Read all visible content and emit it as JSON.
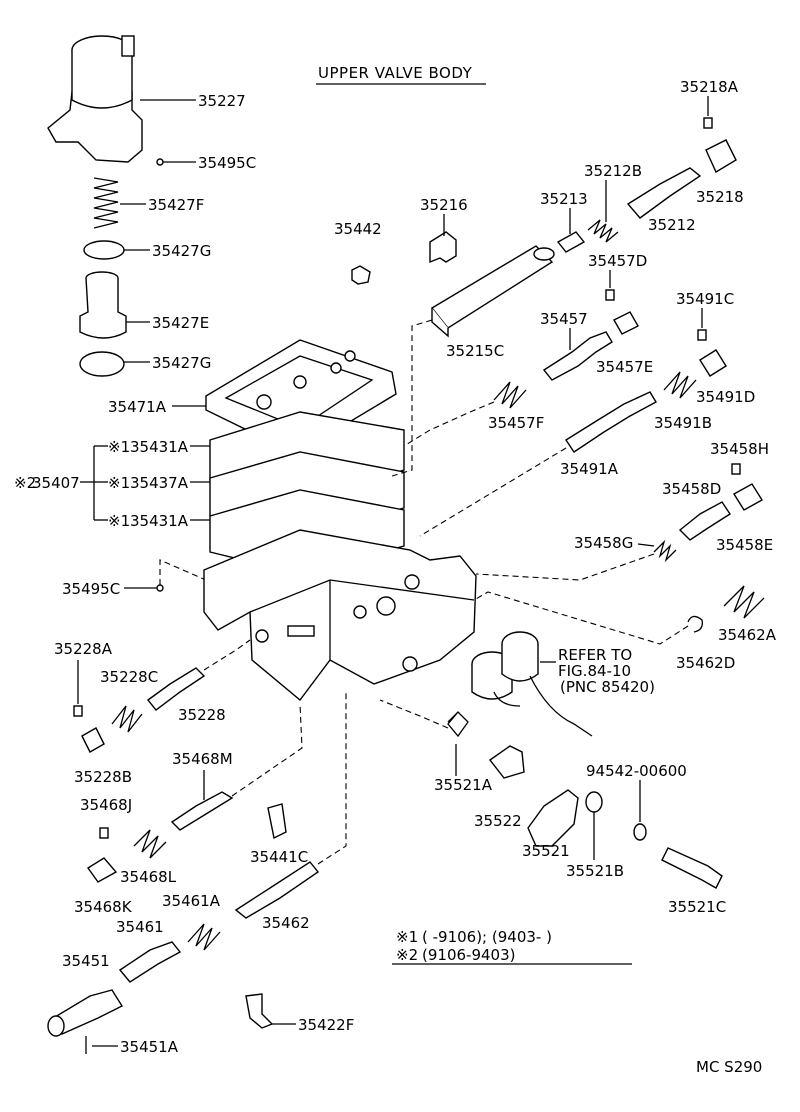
{
  "title": "UPPER VALVE BODY",
  "labels": {
    "p35227": "35227",
    "p35495c_top": "35495C",
    "p35427f": "35427F",
    "p35427g_top": "35427G",
    "p35427e": "35427E",
    "p35427g_bot": "35427G",
    "p35471a": "35471A",
    "p35431a_top": "35431A",
    "p35437a": "35437A",
    "p35431a_bot": "35431A",
    "p35407": "35407",
    "mark1_a": "※1",
    "mark1_b": "※1",
    "mark1_c": "※1",
    "mark2": "※2",
    "p35495c_mid": "35495C",
    "p35442": "35442",
    "p35216": "35216",
    "p35215c": "35215C",
    "p35213": "35213",
    "p35212b": "35212B",
    "p35218a": "35218A",
    "p35218": "35218",
    "p35212": "35212",
    "p35457d": "35457D",
    "p35457": "35457",
    "p35457e": "35457E",
    "p35457f": "35457F",
    "p35491c": "35491C",
    "p35491d": "35491D",
    "p35491b": "35491B",
    "p35491a": "35491A",
    "p35458h": "35458H",
    "p35458d": "35458D",
    "p35458g": "35458G",
    "p35458e": "35458E",
    "p35462a": "35462A",
    "p35462d": "35462D",
    "refer1": "REFER TO",
    "refer2": "FIG.84-10",
    "refer3": "(PNC 85420)",
    "p35228a": "35228A",
    "p35228c": "35228C",
    "p35228": "35228",
    "p35228b": "35228B",
    "p35468m": "35468M",
    "p35468j": "35468J",
    "p35468l": "35468L",
    "p35468k": "35468K",
    "p35441c": "35441C",
    "p35461a": "35461A",
    "p35461": "35461",
    "p35462": "35462",
    "p35451": "35451",
    "p35451a": "35451A",
    "p35422f": "35422F",
    "p35521a": "35521A",
    "p35522": "35522",
    "p35521": "35521",
    "p35521b": "35521B",
    "p94542": "94542-00600",
    "p35521c": "35521C"
  },
  "notes": {
    "note1_mark": "※1",
    "note1_text": "(        -9106); (9403-          )",
    "note2_mark": "※2",
    "note2_text": "(9106-9403)"
  },
  "code": "MC S290"
}
